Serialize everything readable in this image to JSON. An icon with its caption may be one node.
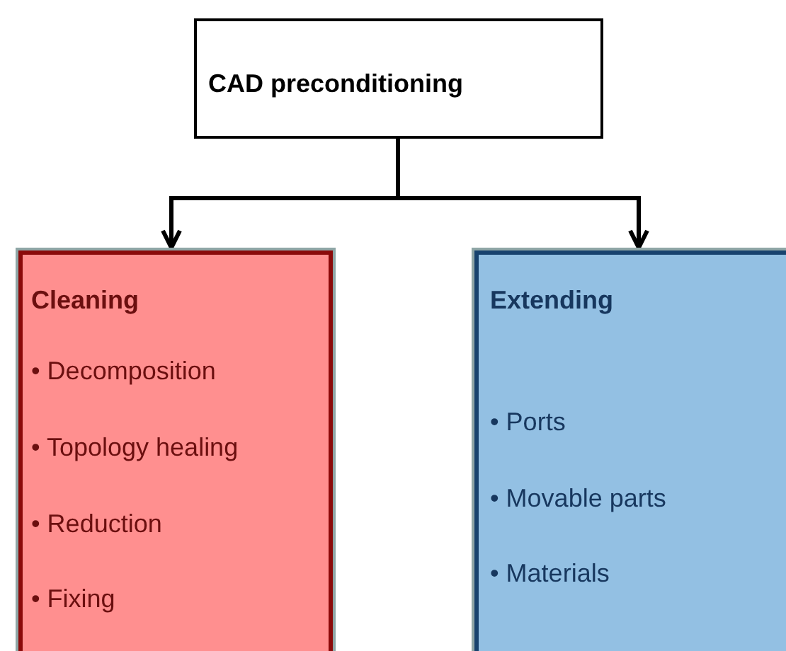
{
  "diagram": {
    "nodes": [
      {
        "text": [
          "CAD preconditioning"
        ]
      },
      {
        "text": [
          "Cleaning",
          "• Decomposition",
          "• Topology healing",
          "• Reduction",
          "• Fixing"
        ]
      },
      {
        "text": [
          "Extending",
          "• Ports",
          "• Movable parts",
          "• Materials"
        ]
      }
    ],
    "edges": [
      {
        "from": 0,
        "to": 1,
        "arrow": "to"
      },
      {
        "from": 0,
        "to": 2,
        "arrow": "to"
      }
    ]
  }
}
